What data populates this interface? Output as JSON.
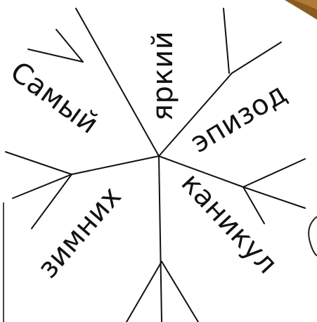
{
  "words": {
    "w1": "Самый",
    "w2": "яркий",
    "w3": "эпизод",
    "w4": "зимних",
    "w5": "каникул"
  },
  "colors": {
    "background": "#ffffff",
    "ink": "#111111",
    "wood": "#8a5a1f"
  }
}
